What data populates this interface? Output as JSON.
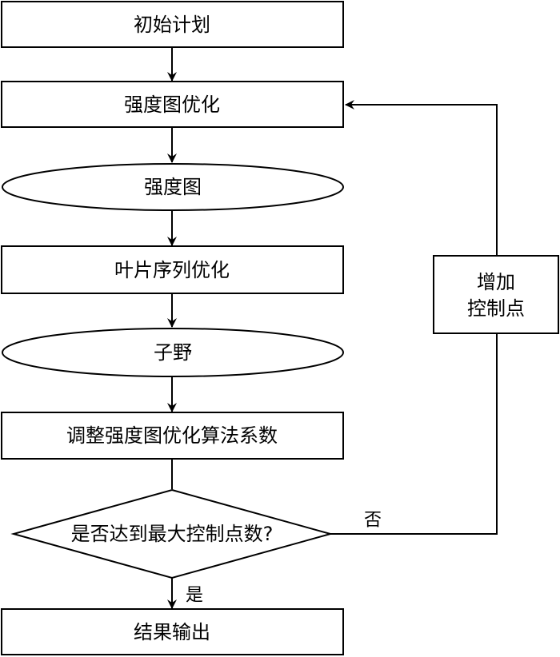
{
  "nodes": {
    "initial_plan": "初始计划",
    "intensity_map_optimization": "强度图优化",
    "intensity_map": "强度图",
    "leaf_sequence_optimization": "叶片序列优化",
    "subfield": "子野",
    "adjust_coefficients": "调整强度图优化算法系数",
    "max_control_points_decision": "是否达到最大控制点数?",
    "add_control_points_line1": "增加",
    "add_control_points_line2": "控制点",
    "result_output": "结果输出"
  },
  "edges": {
    "no_label": "否",
    "yes_label": "是"
  },
  "colors": {
    "stroke": "#000000",
    "fill": "#ffffff"
  }
}
